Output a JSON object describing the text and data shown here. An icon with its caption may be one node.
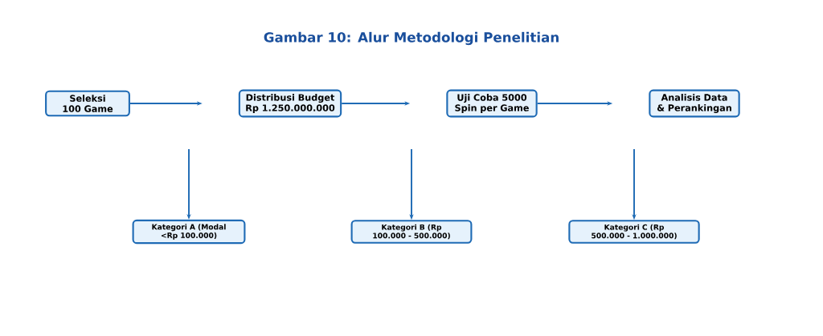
{
  "diagram": {
    "title": "Gambar 10: Alur Metodologi Penelitian",
    "nodes": [
      {
        "text": [
          "Seleksi 100 Game"
        ]
      },
      {
        "text": [
          "Distribusi Budget Rp 1.250.000.000"
        ]
      },
      {
        "text": [
          "Uji Coba 5000 Spin per Game"
        ]
      },
      {
        "text": [
          "Analisis Data & Perankingan"
        ]
      },
      {
        "text": [
          "Kategori A (Modal <Rp 100.000)"
        ]
      },
      {
        "text": [
          "Kategori B (Rp 100.000 - 500.000)"
        ]
      },
      {
        "text": [
          "Kategori C (Rp 500.000 - 1.000.000)"
        ]
      }
    ],
    "edges": [
      {
        "from": 0,
        "to": 1,
        "arrow": "to"
      },
      {
        "from": 1,
        "to": 2,
        "arrow": "to"
      },
      {
        "from": 2,
        "to": 3,
        "arrow": "to"
      },
      {
        "from": null,
        "to": 4,
        "arrow": "to"
      },
      {
        "from": null,
        "to": 5,
        "arrow": "to"
      },
      {
        "from": null,
        "to": 6,
        "arrow": "to"
      }
    ]
  }
}
